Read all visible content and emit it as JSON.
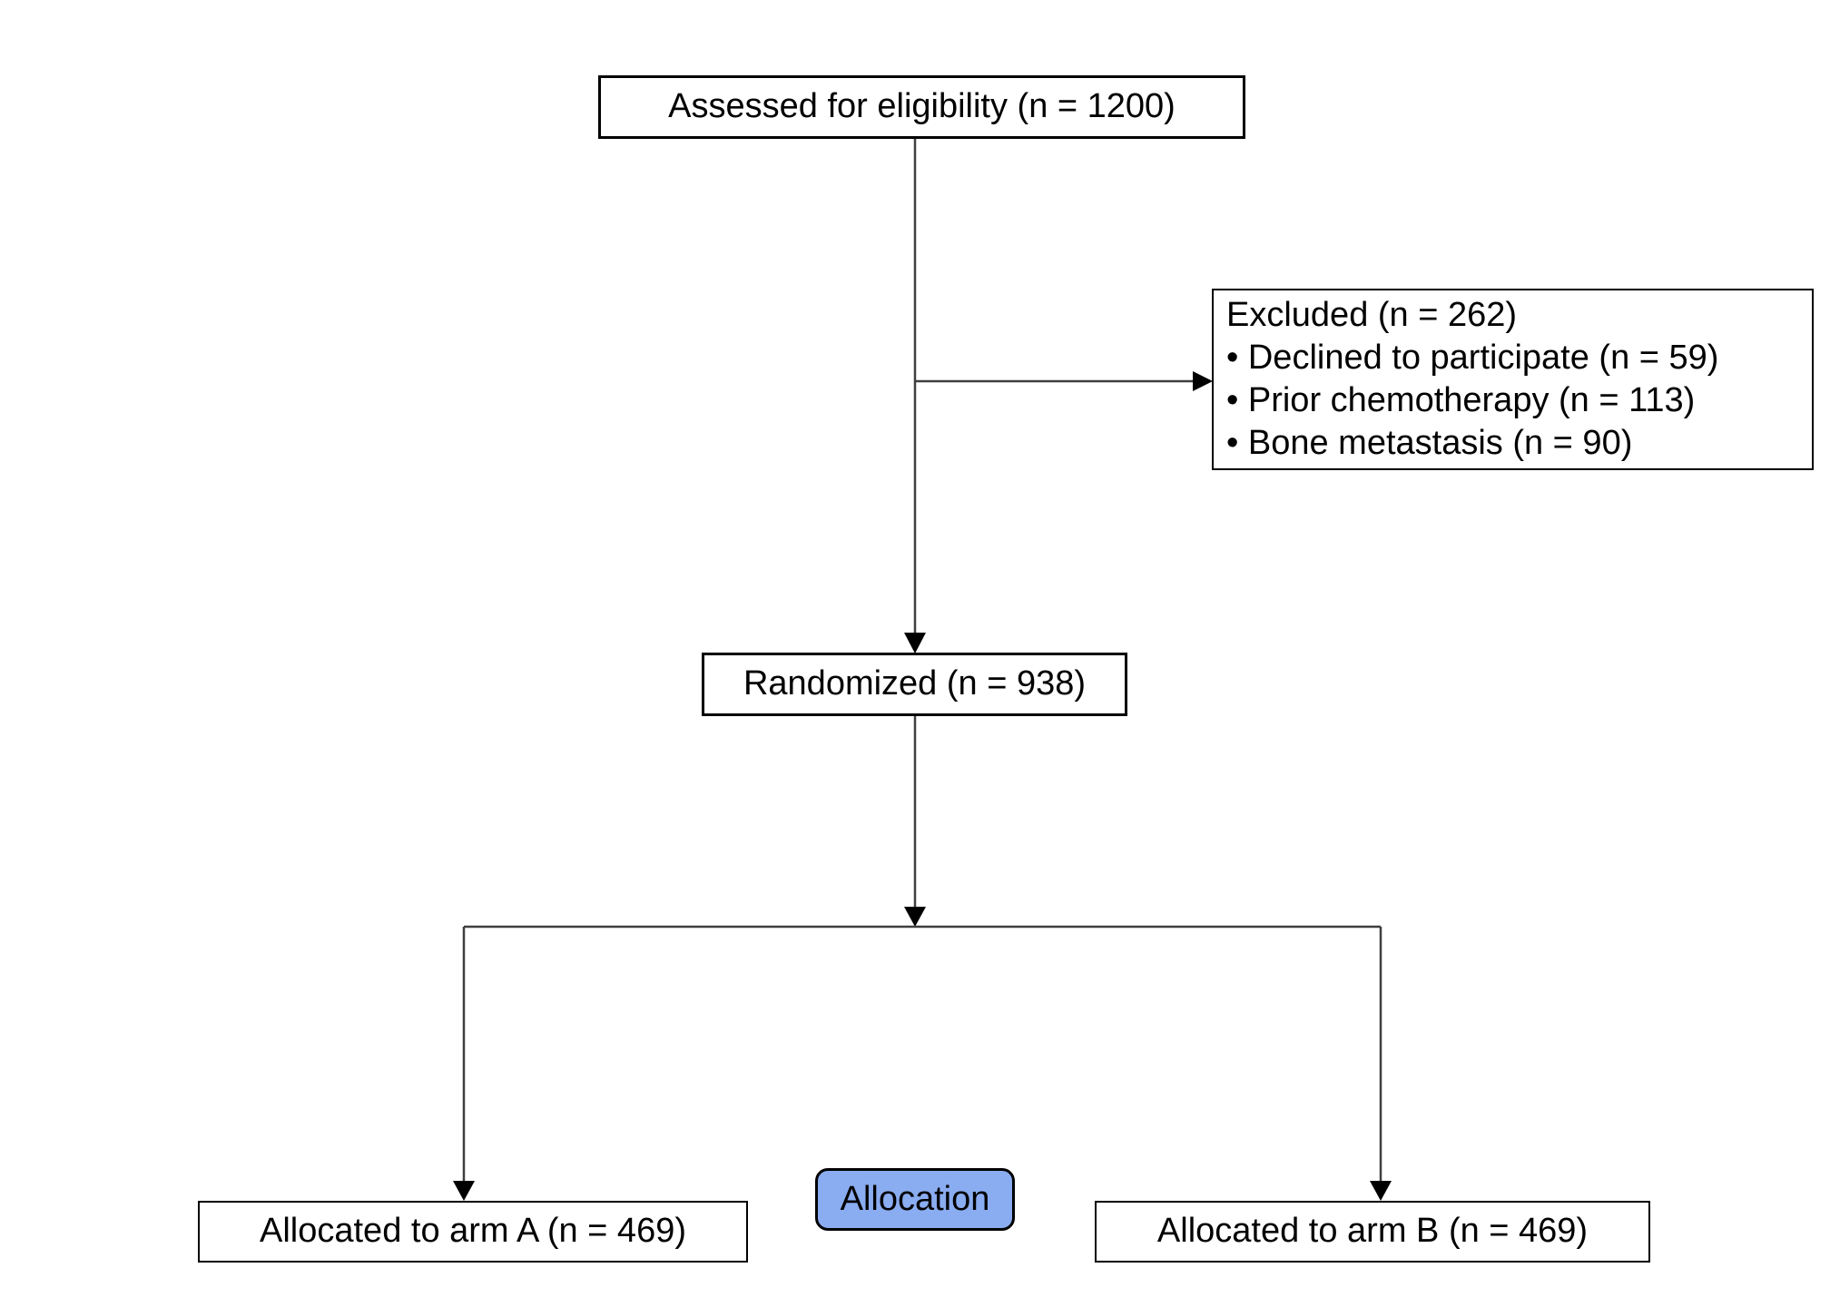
{
  "nodes": {
    "assessed": {
      "label": "Assessed for eligibility (n = 1200)"
    },
    "excluded": {
      "title": "Excluded (n = 262)",
      "items": [
        "• Declined to participate (n = 59)",
        "• Prior chemotherapy (n = 113)",
        "• Bone metastasis (n = 90)"
      ]
    },
    "randomized": {
      "label": "Randomized (n = 938)"
    },
    "allocation_stage": {
      "label": "Allocation"
    },
    "arm_a": {
      "label": "Allocated to arm A (n = 469)"
    },
    "arm_b": {
      "label": "Allocated to arm B (n = 469)"
    }
  },
  "counts": {
    "assessed": 1200,
    "excluded_total": 262,
    "declined_to_participate": 59,
    "prior_chemotherapy": 113,
    "bone_metastasis": 90,
    "randomized": 938,
    "arm_a": 469,
    "arm_b": 469
  },
  "colors": {
    "allocation_fill": "#8AACF0",
    "box_border": "#000000",
    "connector": "#3F3F3F"
  }
}
